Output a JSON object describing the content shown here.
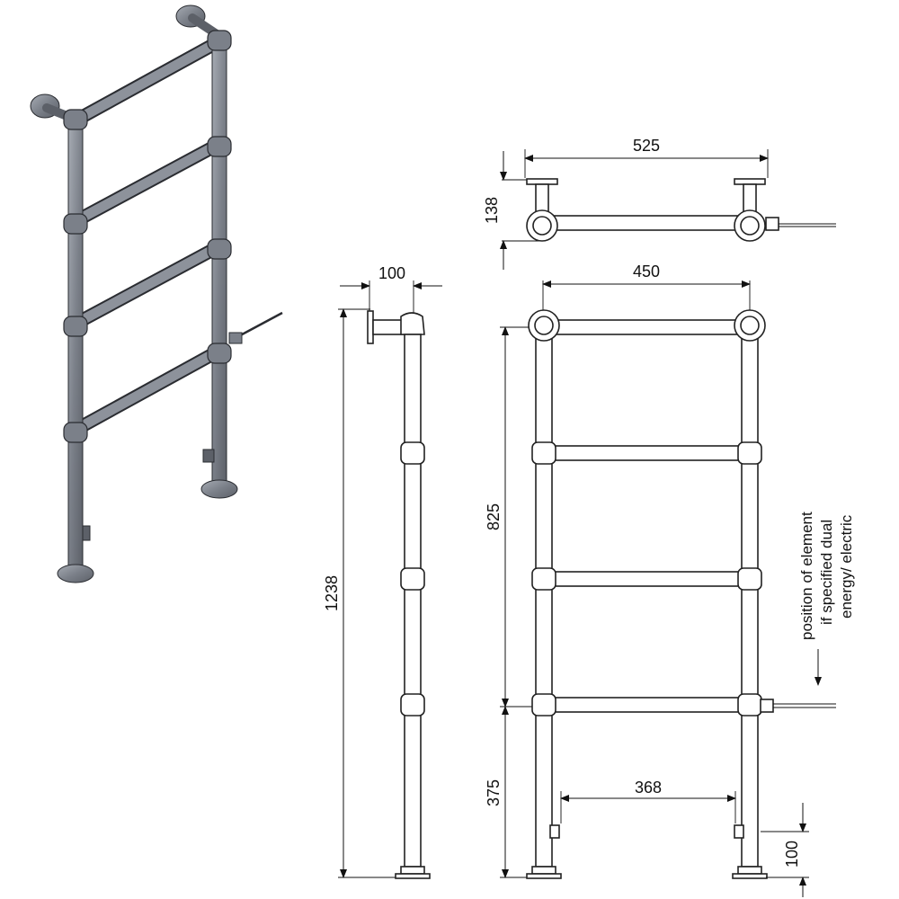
{
  "dimensions": {
    "top_width": "525",
    "top_depth": "138",
    "side_depth": "100",
    "overall_height": "1238",
    "front_width": "450",
    "rail_span": "825",
    "element_height": "375",
    "feet_centres": "368",
    "foot_height": "100"
  },
  "note": {
    "line1": "position of element",
    "line2": "if specified dual",
    "line3": "energy/ electric"
  },
  "colors": {
    "line": "#111111",
    "pipe_3d": "#8d929b",
    "background": "#ffffff"
  }
}
